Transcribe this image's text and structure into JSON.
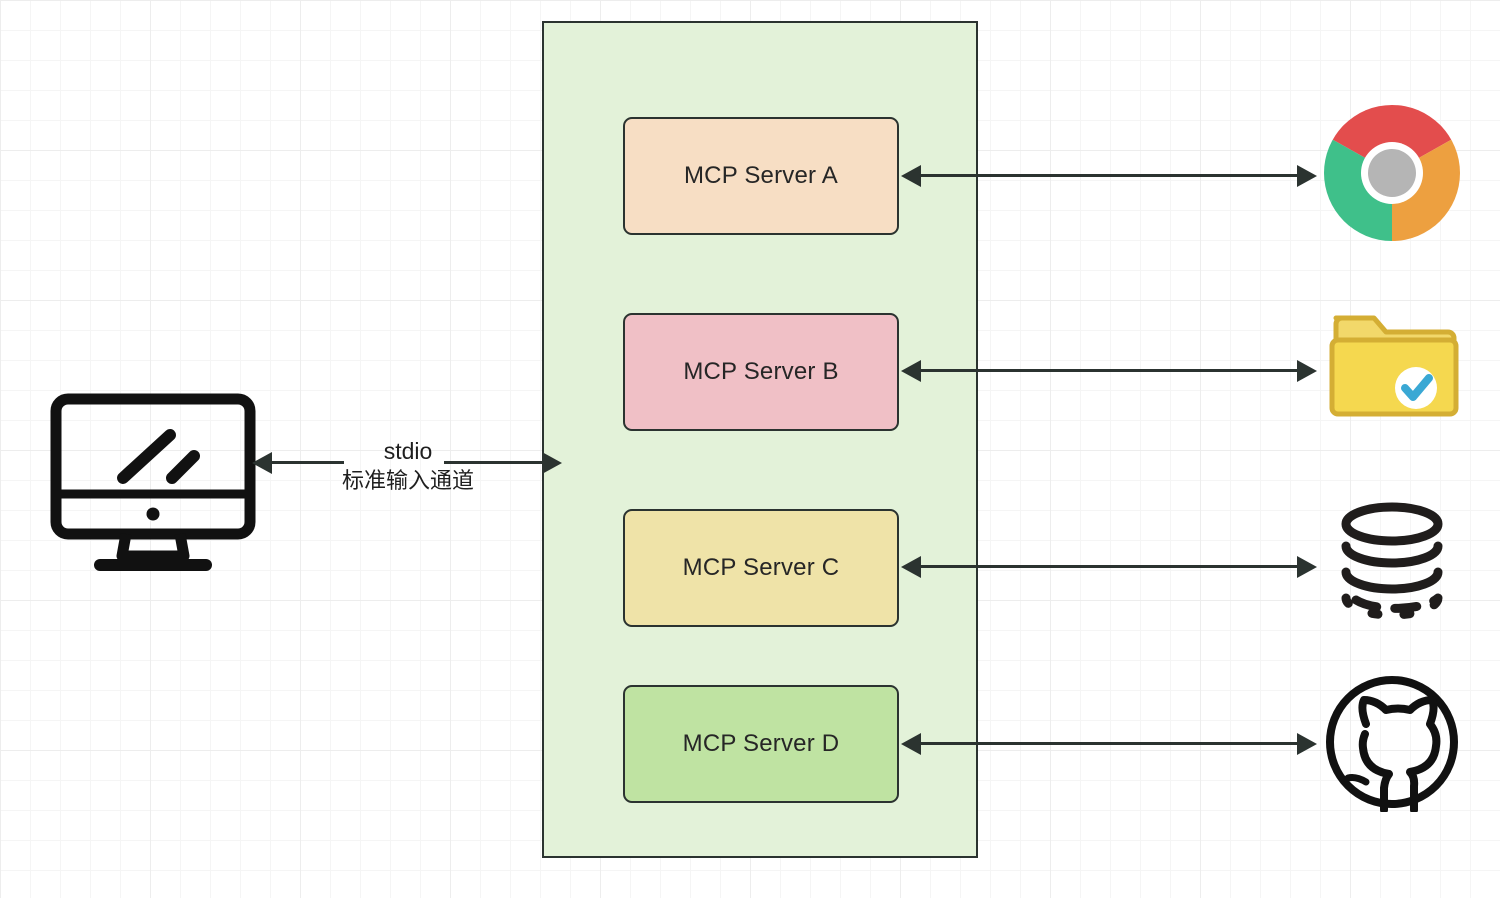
{
  "diagram": {
    "title": "MCP stdio transport architecture",
    "container": {
      "name": "mcp-host-container",
      "fill": "#e3f2d9",
      "stroke": "#2b3330"
    },
    "client": {
      "icon": "monitor-icon",
      "label": ""
    },
    "transport": {
      "name": "stdio",
      "label_en": "stdio",
      "label_cn": "标准输入通道",
      "direction": "bidirectional"
    },
    "servers": [
      {
        "label": "MCP Server A",
        "color": "#f7dec4",
        "target_icon": "chrome-icon",
        "link_direction": "bidirectional"
      },
      {
        "label": "MCP Server B",
        "color": "#f0c0c6",
        "target_icon": "folder-icon",
        "link_direction": "bidirectional"
      },
      {
        "label": "MCP Server C",
        "color": "#efe3a8",
        "target_icon": "database-icon",
        "link_direction": "bidirectional"
      },
      {
        "label": "MCP Server D",
        "color": "#bfe3a2",
        "target_icon": "github-icon",
        "link_direction": "bidirectional"
      }
    ],
    "resources": [
      {
        "icon": "chrome-icon",
        "name": "Chrome browser"
      },
      {
        "icon": "folder-icon",
        "name": "File system folder"
      },
      {
        "icon": "database-icon",
        "name": "Database"
      },
      {
        "icon": "github-icon",
        "name": "GitHub"
      }
    ],
    "colors": {
      "background": "#ffffff",
      "grid_minor": "#f5f5f5",
      "grid_major": "#ededed",
      "stroke": "#2b3330",
      "text": "#262626"
    }
  }
}
